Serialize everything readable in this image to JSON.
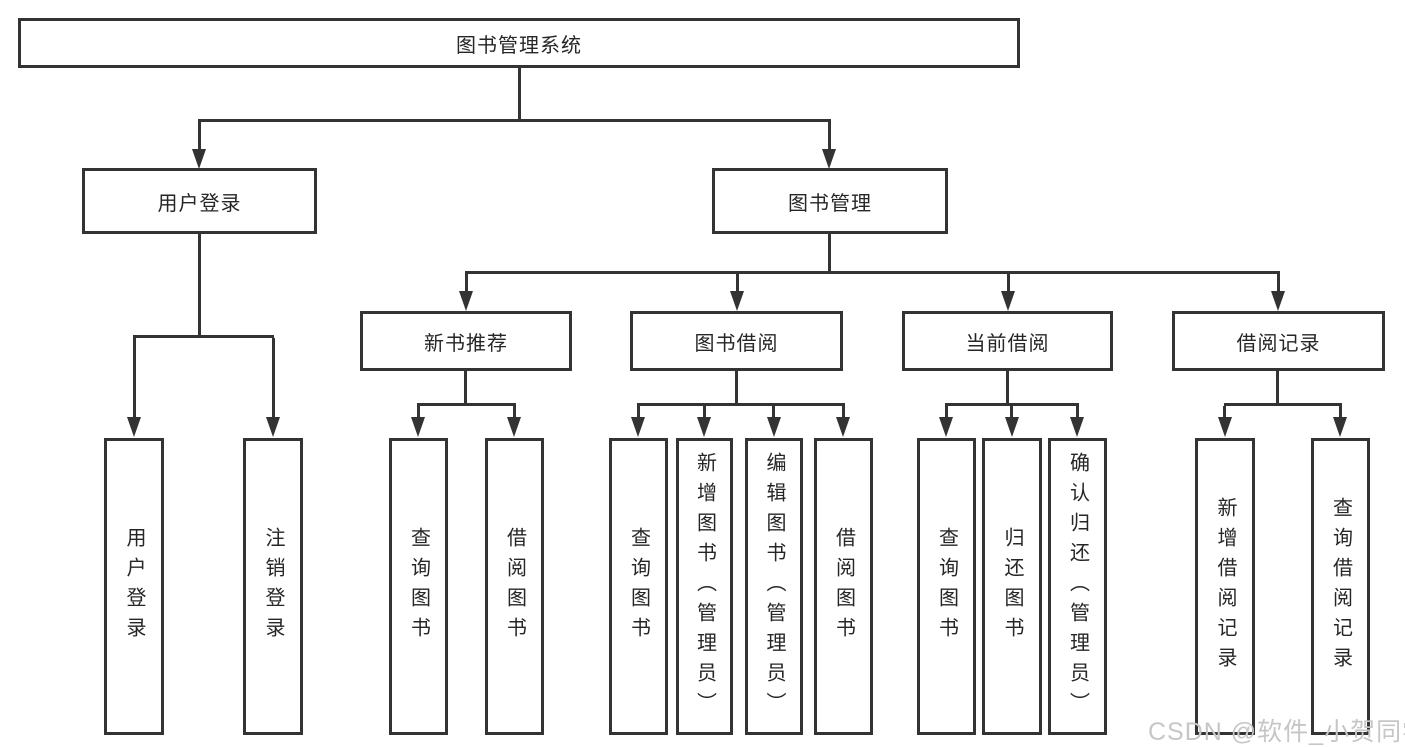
{
  "diagram": {
    "root": {
      "label": "图书管理系统"
    },
    "level2": [
      {
        "label": "用户登录"
      },
      {
        "label": "图书管理"
      }
    ],
    "level3": [
      {
        "label": "新书推荐"
      },
      {
        "label": "图书借阅"
      },
      {
        "label": "当前借阅"
      },
      {
        "label": "借阅记录"
      }
    ],
    "leaves": {
      "user_login": [
        "用户登录",
        "注销登录"
      ],
      "new_books": [
        "查询图书",
        "借阅图书"
      ],
      "book_borrow": [
        "查询图书",
        "新增图书（管理员）",
        "编辑图书（管理员）",
        "借阅图书"
      ],
      "current_borrow": [
        "查询图书",
        "归还图书",
        "确认归还（管理员）"
      ],
      "borrow_records": [
        "新增借阅记录",
        "查询借阅记录"
      ]
    }
  },
  "watermark": {
    "text": "CSDN @软件_小贺同学"
  },
  "colors": {
    "line": "#333333",
    "text": "#262626",
    "watermark": "#c6c6c6"
  }
}
